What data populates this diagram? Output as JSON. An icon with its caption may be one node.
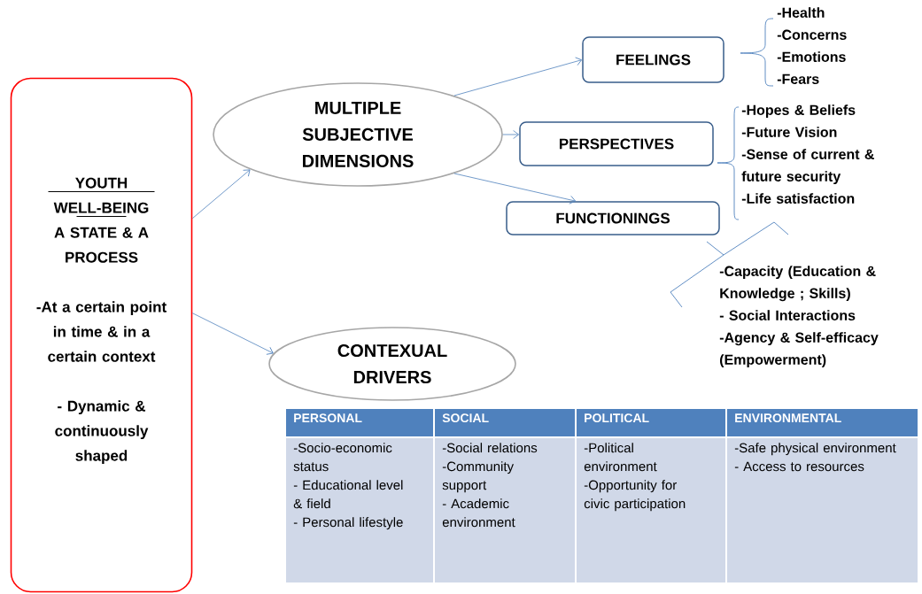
{
  "diagram": {
    "nodes": [
      {
        "text": [
          "YOUTH WELL-BEING",
          "A STATE & A PROCESS",
          "-At a certain point in time & in a certain context",
          "- Dynamic & continuously shaped"
        ]
      },
      {
        "text": [
          "MULTIPLE SUBJECTIVE DIMENSIONS"
        ]
      },
      {
        "text": [
          "CONTEXUAL DRIVERS"
        ]
      },
      {
        "text": [
          "FEELINGS"
        ],
        "beside": [
          "-Health",
          "-Concerns",
          "-Emotions",
          "-Fears"
        ]
      },
      {
        "text": [
          "PERSPECTIVES"
        ],
        "beside": [
          "-Hopes & Beliefs",
          "-Future Vision",
          "-Sense of current & future security",
          "-Life satisfaction"
        ]
      },
      {
        "text": [
          "FUNCTIONINGS"
        ],
        "beside": [
          "-Capacity (Education & Knowledge ; Skills)",
          "- Social Interactions",
          "-Agency & Self-efficacy (Empowerment)"
        ]
      }
    ],
    "edges": [
      {
        "from": 0,
        "to": 1,
        "arrow": "to"
      },
      {
        "from": 0,
        "to": 2,
        "arrow": "to"
      },
      {
        "from": 1,
        "to": 3,
        "arrow": "to"
      },
      {
        "from": 1,
        "to": 4,
        "arrow": "to"
      },
      {
        "from": 1,
        "to": 5,
        "arrow": "to"
      }
    ],
    "labels": [
      "PERSONAL",
      "SOCIAL",
      "POLITICAL",
      "ENVIRONMENTAL",
      "-Socio-economic status",
      "- Educational level & field",
      "- Personal lifestyle",
      "-Social relations",
      "-Community support",
      "- Academic environment",
      "-Political environment",
      "-Opportunity for civic participation",
      "-Safe physical environment",
      "- Access to resources"
    ]
  }
}
